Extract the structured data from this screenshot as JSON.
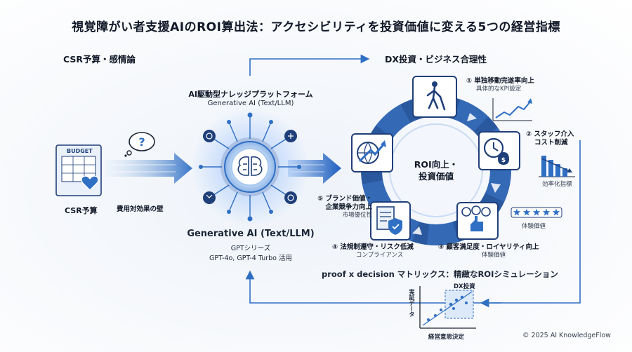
{
  "title": "視覚障がい者支援AIのROI算出法：アクセシビリティを投資価値に変える5つの経営指標",
  "left": {
    "section": "CSR予算・感情論",
    "budget_doc": "BUDGET",
    "doc_label": "CSR予算",
    "wall_label": "費用対効果の壁"
  },
  "platform": {
    "heading": "AI駆動型ナレッジプラットフォーム",
    "subheading": "Generative AI (Text/LLM)",
    "bottom_title": "Generative AI (Text/LLM)",
    "series": "GPTシリーズ",
    "models": "GPT-4o, GPT-4 Turbo 活用"
  },
  "right": {
    "section": "DX投資・ビジネス合理性",
    "center": [
      "ROI向上・",
      "投資価値"
    ],
    "metric1": {
      "title": "① 単独移動完遂率向上",
      "sub": "具体的なKPI設定"
    },
    "metric2": {
      "title": [
        "② スタッフ介入",
        "コスト削減"
      ],
      "sub": "効率化指標"
    },
    "metric3": {
      "title": "③ 顧客満足度・ロイヤリティ向上",
      "sub": "体験価値"
    },
    "metric4": {
      "title": "④ 法規制遵守・リスク低減",
      "sub": "コンプライアンス"
    },
    "metric5": {
      "title": [
        "⑤ ブランド価値・",
        "企業競争力向上"
      ],
      "sub": "市場優位性"
    },
    "stars_label": "体験価値",
    "stars": 5
  },
  "matrix": {
    "heading": "proof x decision マトリックス：精緻なROIシミュレーション",
    "top_label": "DX投資",
    "y_label": "実証データ",
    "x_label": "経営意思決定"
  },
  "copyright": "© 2025 AI KnowledgeFlow",
  "colors": {
    "navy": "#1f3f7a",
    "blue": "#2f6fc4",
    "light": "#9fc3ee",
    "accent": "#2563eb"
  }
}
